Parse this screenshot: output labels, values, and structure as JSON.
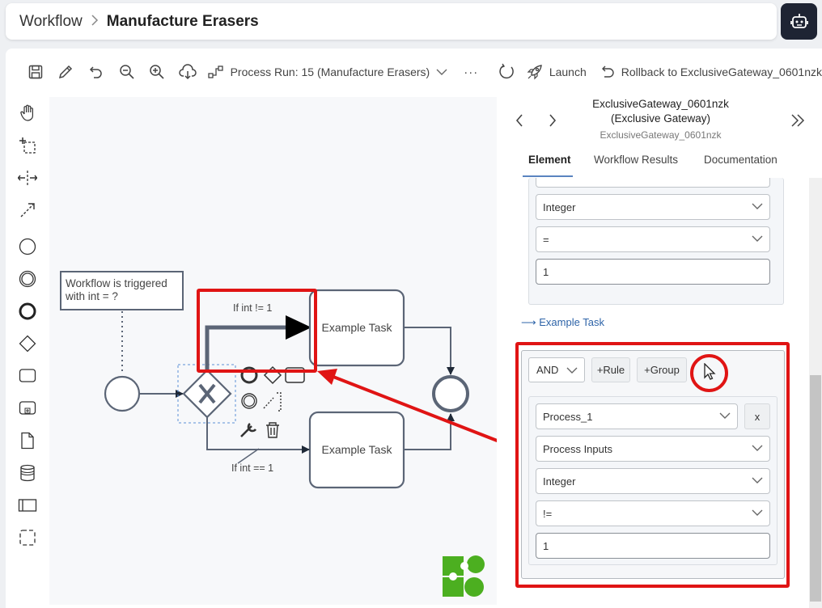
{
  "breadcrumb": {
    "parent": "Workflow",
    "separator": ">",
    "current": "Manufacture Erasers"
  },
  "toolbar": {
    "process_run": "Process Run: 15 (Manufacture Erasers)",
    "more": "···",
    "launch": "Launch",
    "rollback": "Rollback to ExclusiveGateway_0601nzk"
  },
  "diagram": {
    "annotation_line1": "Workflow is triggered",
    "annotation_line2": "with int = ?",
    "condition_top": "If int != 1",
    "condition_bottom": "If int == 1",
    "task_top": "Example Task",
    "task_bottom": "Example Task"
  },
  "panel": {
    "title_line1": "ExclusiveGateway_0601nzk",
    "title_line2": "(Exclusive Gateway)",
    "subtitle": "ExclusiveGateway_0601nzk",
    "tabs": [
      "Element",
      "Workflow Results",
      "Documentation"
    ],
    "group1": {
      "type": "Integer",
      "operator": "=",
      "value": "1"
    },
    "link_arrow": "⟶",
    "link_text": "Example Task",
    "group2": {
      "combinator": "AND",
      "add_rule": "+Rule",
      "add_group": "+Group",
      "process": "Process_1",
      "remove": "x",
      "source": "Process Inputs",
      "type": "Integer",
      "operator": "!=",
      "value": "1"
    }
  },
  "colors": {
    "highlight": "#e01414",
    "link": "#2e64a8",
    "stroke": "#5b6576",
    "logo": "#4caf20"
  }
}
